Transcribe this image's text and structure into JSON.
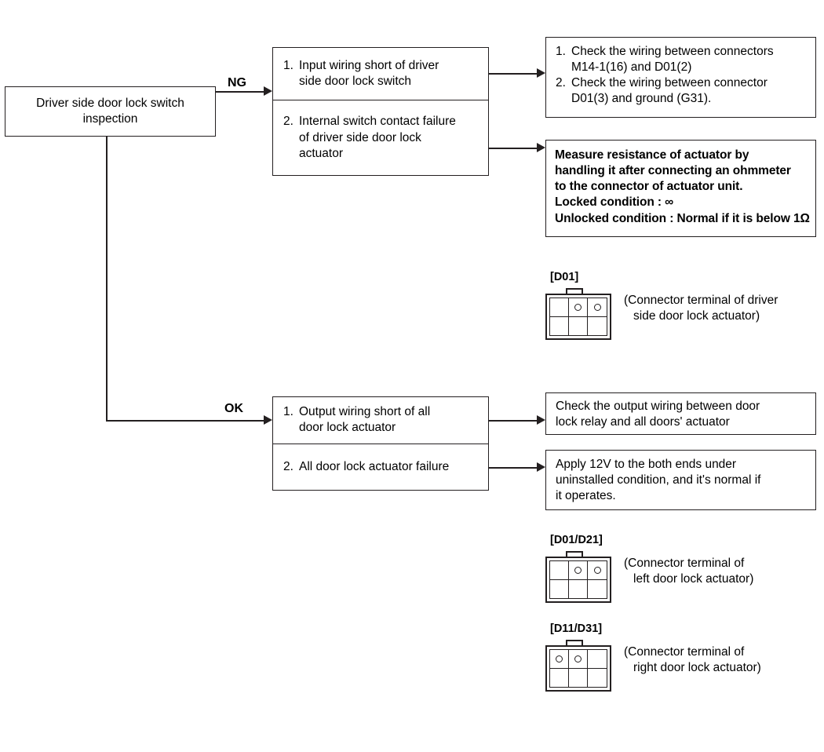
{
  "diagram": {
    "title": "Driver side door lock switch inspection flow",
    "root": {
      "line1": "Driver side door lock switch",
      "line2": "inspection"
    },
    "branches": {
      "ng_label": "NG",
      "ok_label": "OK"
    },
    "ng_causes": {
      "item1_num": "1.",
      "item1_line1": "Input wiring short of driver",
      "item1_line2": "side door lock switch",
      "item2_num": "2.",
      "item2_line1": "Internal switch contact failure",
      "item2_line2": "of driver side door lock",
      "item2_line3": "actuator"
    },
    "ng_actions": {
      "action1_num": "1.",
      "action1_line1": "Check the wiring between connectors",
      "action1_line2": "M14-1(16) and D01(2)",
      "action2_num": "2.",
      "action2_line1": "Check the wiring between connector",
      "action2_line2": "D01(3) and ground (G31).",
      "measure_line1": "Measure resistance of actuator by",
      "measure_line2": "handling it after connecting an ohmmeter",
      "measure_line3": "to the connector of actuator unit.",
      "measure_line4": "Locked condition : ∞",
      "measure_line5": "Unlocked condition : Normal if it is below 1Ω"
    },
    "ok_causes": {
      "item1_num": "1.",
      "item1_line1": "Output wiring short of all",
      "item1_line2": "door lock actuator",
      "item2_num": "2.",
      "item2_line1": "All door lock actuator failure"
    },
    "ok_actions": {
      "action1_line1": "Check the output wiring between door",
      "action1_line2": "lock relay and all doors' actuator",
      "action2_line1": "Apply 12V to the both ends under",
      "action2_line2": "uninstalled condition, and it's normal if",
      "action2_line3": "it operates."
    },
    "connectors": [
      {
        "tag": "[D01]",
        "caption_line1": "(Connector terminal of driver",
        "caption_line2": "side door lock actuator)",
        "pins": [
          false,
          true,
          true,
          false,
          false,
          false
        ]
      },
      {
        "tag": "[D01/D21]",
        "caption_line1": "(Connector terminal of",
        "caption_line2": "left door lock actuator)",
        "pins": [
          false,
          true,
          true,
          false,
          false,
          false
        ]
      },
      {
        "tag": "[D11/D31]",
        "caption_line1": "(Connector terminal of",
        "caption_line2": "right door lock actuator)",
        "pins": [
          true,
          true,
          false,
          false,
          false,
          false
        ]
      }
    ],
    "colors": {
      "stroke": "#231f20",
      "background": "#ffffff",
      "text": "#000000"
    }
  }
}
